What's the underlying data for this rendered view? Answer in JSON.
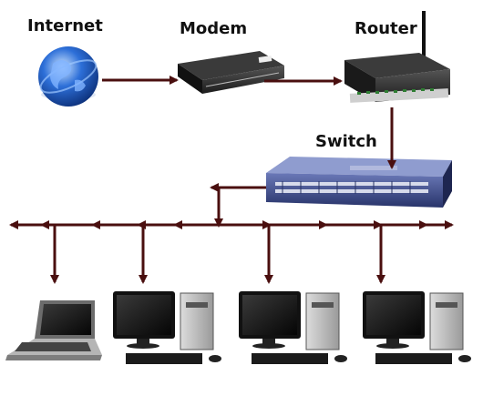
{
  "labels": {
    "internet": "Internet",
    "modem": "Modem",
    "router": "Router",
    "switch": "Switch"
  },
  "colors": {
    "connector": "#4a0f0f",
    "device_dark": "#2b2b2b",
    "switch_blue": "#3b4a8a",
    "globe_blue": "#2d6fd8"
  },
  "icons": [
    "globe-icon",
    "modem-icon",
    "router-icon",
    "switch-icon",
    "laptop-icon",
    "desktop-pc-icon"
  ]
}
